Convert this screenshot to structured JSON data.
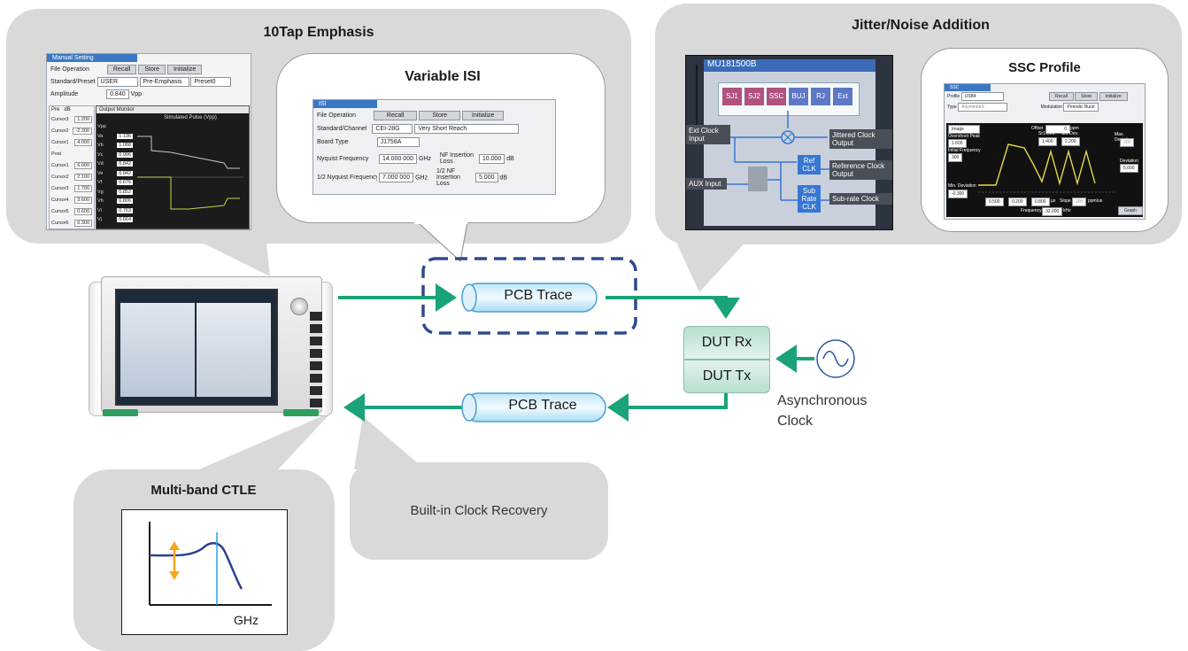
{
  "bubbles": {
    "emphasis": {
      "title": "10Tap Emphasis"
    },
    "isi": {
      "title": "Variable ISI"
    },
    "jitter": {
      "title": "Jitter/Noise Addition"
    },
    "ssc": {
      "title": "SSC Profile"
    },
    "ctle": {
      "title": "Multi-band CTLE",
      "axis_label": "GHz"
    },
    "cdr": {
      "title": "Built-in Clock Recovery"
    }
  },
  "trace_top": {
    "label": "PCB Trace"
  },
  "trace_bottom": {
    "label": "PCB Trace"
  },
  "dut": {
    "rx": "DUT Rx",
    "tx": "DUT Tx"
  },
  "clock_label": {
    "line1": "Asynchronous",
    "line2": "Clock"
  },
  "emphasis_screen": {
    "header": "Manual Setting",
    "file_op": "File Operation",
    "recall": "Recall",
    "store": "Store",
    "initialize": "Initialize",
    "standard": "Standard/Preset",
    "standard_val": "USER",
    "mode": "Pre-Emphasis",
    "preset": "Preset0",
    "amplitude": "Amplitude",
    "amp_val": "0.840",
    "amp_unit": "Vpp",
    "pre": "Pre",
    "db": "dB",
    "output_monitor": "Output Monitor",
    "pulse_title": "Simulated Pulse (Vpp)",
    "cursors": [
      {
        "name": "Cursor3",
        "val": "1.200"
      },
      {
        "name": "Cursor2",
        "val": "-2.300"
      },
      {
        "name": "Cursor1",
        "val": "4.000"
      },
      {
        "name": "Post",
        "val": ""
      },
      {
        "name": "Cursor1",
        "val": "6.000"
      },
      {
        "name": "Cursor2",
        "val": "2.100"
      },
      {
        "name": "Cursor3",
        "val": "1.700"
      },
      {
        "name": "Cursor4",
        "val": "3.600"
      },
      {
        "name": "Cursor5",
        "val": "0.600"
      },
      {
        "name": "Cursor6",
        "val": "0.300"
      }
    ],
    "monitor": [
      {
        "name": "Vpp",
        "val": ""
      },
      {
        "name": "Va",
        "val": "1.136"
      },
      {
        "name": "Vb",
        "val": "1.088"
      },
      {
        "name": "Vc",
        "val": "0.996"
      },
      {
        "name": "Vd",
        "val": "0.842"
      },
      {
        "name": "Ve",
        "val": "0.842"
      },
      {
        "name": "Vf",
        "val": "0.676"
      },
      {
        "name": "Vg",
        "val": "0.852"
      },
      {
        "name": "Vh",
        "val": "0.806"
      },
      {
        "name": "Vi",
        "val": "0.763"
      },
      {
        "name": "Vj",
        "val": "0.664"
      }
    ]
  },
  "isi_screen": {
    "header": "ISI",
    "file_op": "File Operation",
    "recall": "Recall",
    "store": "Store",
    "initialize": "Initialize",
    "standard_label": "Standard/Channel",
    "standard_val": "CEI-28G",
    "reach_val": "Very Short Reach",
    "board_label": "Board Type",
    "board_val": "J1758A",
    "nyq_label": "Nyquist Frequency",
    "nyq_val": "14.000 000",
    "nyq_unit": "GHz",
    "half_nyq_label": "1/2 Nyquist Frequency",
    "half_nyq_val": "7.000 000",
    "half_nyq_unit": "GHz",
    "nf_loss_label": "NF Insertion Loss",
    "nf_loss_val": "10.000",
    "nf_loss_unit": "dB",
    "half_nf_loss_label": "1/2 NF Insertion Loss",
    "half_nf_loss_val": "5.000",
    "half_nf_loss_unit": "dB"
  },
  "jitter_screen": {
    "model": "MU181500B",
    "buttons": [
      "SJ1",
      "SJ2",
      "SSC",
      "BUJ",
      "RJ",
      "Ext"
    ],
    "ext_clock": "Ext Clock Input",
    "aux_input": "AUX Input",
    "ref_clk": "Ref CLK",
    "sub_rate_clk": "Sub Rate CLK",
    "jittered_out": "Jittered Clock Output",
    "ref_out": "Reference Clock Output",
    "subrate_out": "Sub-rate Clock"
  },
  "ssc_screen": {
    "header": "SSC",
    "profile_label": "Profile",
    "profile_val": "USB4",
    "type_label": "Type",
    "type_val": "Asymmetric",
    "recall": "Recall",
    "store": "Store",
    "initialize": "Initialize",
    "modulation_label": "Modulation",
    "modulation_val": "Periodic Burst",
    "image_val": "Image",
    "offset_label": "Offset",
    "offset_val": "0",
    "unit_ppm": "ppm",
    "overshoot_label": "Overshoot Peak",
    "overshoot_val": "1.600",
    "initial_freq_label": "Initial Frequency",
    "initial_freq_val": "300",
    "min_dev_label": "Min. Deviation",
    "min_dev_val": "-0.300",
    "max_dev_label": "Max. Deviation",
    "max_dev_val": "200",
    "deviation_label": "Deviation",
    "deviation_val": "5.600",
    "dev1_label": "Sr1 Dev.",
    "dev1_val": "1.400",
    "dev2_label": "Sr2 Dev.",
    "dev2_val": "2.200",
    "t1_val": "0.500",
    "t2_val": "0.200",
    "t3_val": "0.800",
    "us": "µs",
    "slope_label": "Slope",
    "slope_val": "200",
    "slope_unit": "ppm/us",
    "frequency_label": "Frequency",
    "frequency_val": "32.000",
    "frequency_unit": "kHz",
    "graph_btn": "Graph"
  },
  "colors": {
    "bubble": "#d9d9d9",
    "signal": "#1aa37a",
    "dash": "#2f4a8e",
    "dut": "#cfe9de",
    "ctle_curve": "#2f3f8f",
    "ctle_marker": "#29a3d8",
    "ctle_arrow": "#f5a623"
  }
}
